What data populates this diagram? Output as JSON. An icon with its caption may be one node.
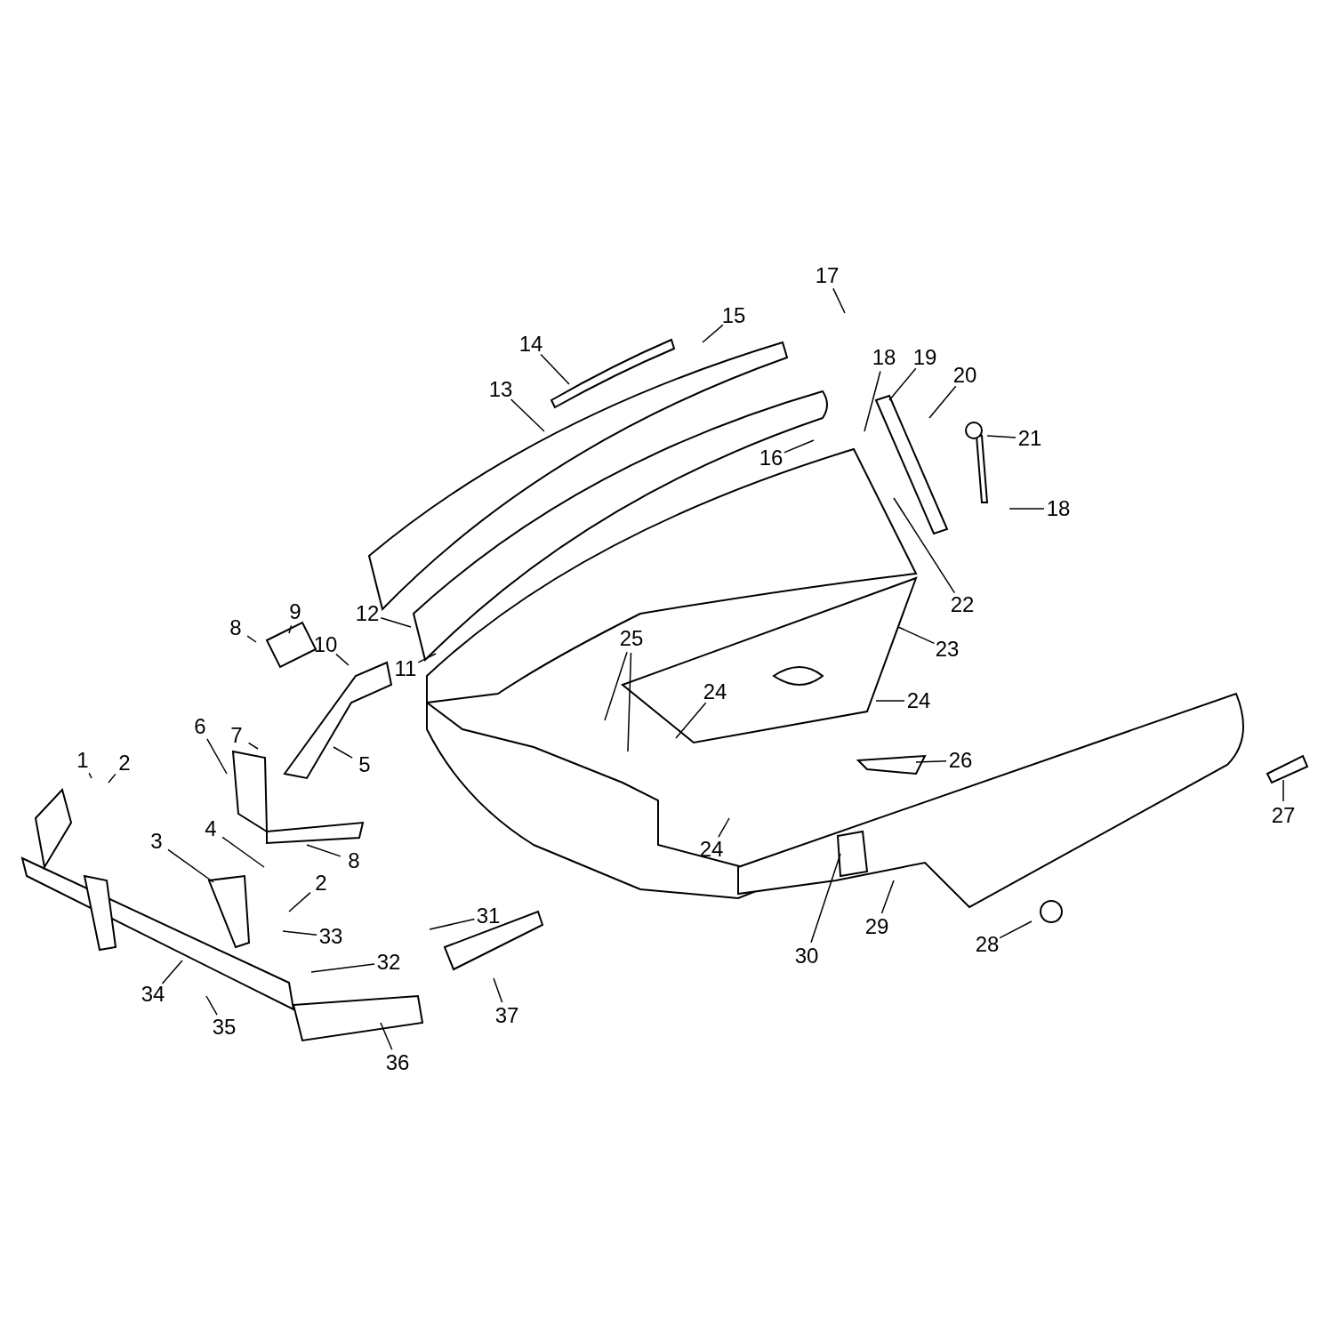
{
  "diagram": {
    "nodes": [
      {
        "text": [
          "17"
        ]
      },
      {
        "text": [
          "15"
        ]
      },
      {
        "text": [
          "14"
        ]
      },
      {
        "text": [
          "18"
        ]
      },
      {
        "text": [
          "19"
        ]
      },
      {
        "text": [
          "13"
        ]
      },
      {
        "text": [
          "20"
        ]
      },
      {
        "text": [
          "21"
        ]
      },
      {
        "text": [
          "16"
        ]
      },
      {
        "text": [
          "18"
        ]
      },
      {
        "text": [
          "22"
        ]
      },
      {
        "text": [
          "12"
        ]
      },
      {
        "text": [
          "9"
        ]
      },
      {
        "text": [
          "8"
        ]
      },
      {
        "text": [
          "23"
        ]
      },
      {
        "text": [
          "25"
        ]
      },
      {
        "text": [
          "10"
        ]
      },
      {
        "text": [
          "11"
        ]
      },
      {
        "text": [
          "24"
        ]
      },
      {
        "text": [
          "24"
        ]
      },
      {
        "text": [
          "7"
        ]
      },
      {
        "text": [
          "6"
        ]
      },
      {
        "text": [
          "5"
        ]
      },
      {
        "text": [
          "1"
        ]
      },
      {
        "text": [
          "2"
        ]
      },
      {
        "text": [
          "26"
        ]
      },
      {
        "text": [
          "27"
        ]
      },
      {
        "text": [
          "3"
        ]
      },
      {
        "text": [
          "4"
        ]
      },
      {
        "text": [
          "8"
        ]
      },
      {
        "text": [
          "24"
        ]
      },
      {
        "text": [
          "2"
        ]
      },
      {
        "text": [
          "31"
        ]
      },
      {
        "text": [
          "33"
        ]
      },
      {
        "text": [
          "30"
        ]
      },
      {
        "text": [
          "29"
        ]
      },
      {
        "text": [
          "28"
        ]
      },
      {
        "text": [
          "32"
        ]
      },
      {
        "text": [
          "34"
        ]
      },
      {
        "text": [
          "37"
        ]
      },
      {
        "text": [
          "35"
        ]
      },
      {
        "text": [
          "36"
        ]
      }
    ],
    "edges": [
      {
        "from": 0,
        "to": null,
        "arrow": "none"
      },
      {
        "from": 1,
        "to": null,
        "arrow": "none"
      },
      {
        "from": 2,
        "to": null,
        "arrow": "none"
      },
      {
        "from": 3,
        "to": null,
        "arrow": "none"
      },
      {
        "from": 4,
        "to": null,
        "arrow": "none"
      },
      {
        "from": 5,
        "to": null,
        "arrow": "none"
      },
      {
        "from": 6,
        "to": null,
        "arrow": "none"
      },
      {
        "from": 7,
        "to": null,
        "arrow": "none"
      },
      {
        "from": 8,
        "to": null,
        "arrow": "none"
      },
      {
        "from": 9,
        "to": null,
        "arrow": "none"
      },
      {
        "from": 10,
        "to": null,
        "arrow": "none"
      },
      {
        "from": 11,
        "to": null,
        "arrow": "none"
      },
      {
        "from": 12,
        "to": null,
        "arrow": "none"
      },
      {
        "from": 13,
        "to": null,
        "arrow": "none"
      },
      {
        "from": 14,
        "to": null,
        "arrow": "none"
      },
      {
        "from": 15,
        "to": null,
        "arrow": "none"
      },
      {
        "from": 15,
        "to": null,
        "arrow": "none"
      },
      {
        "from": 16,
        "to": null,
        "arrow": "none"
      },
      {
        "from": 17,
        "to": null,
        "arrow": "none"
      },
      {
        "from": 18,
        "to": null,
        "arrow": "none"
      },
      {
        "from": 19,
        "to": null,
        "arrow": "none"
      },
      {
        "from": 20,
        "to": null,
        "arrow": "none"
      },
      {
        "from": 21,
        "to": null,
        "arrow": "none"
      },
      {
        "from": 22,
        "to": null,
        "arrow": "none"
      },
      {
        "from": 23,
        "to": null,
        "arrow": "none"
      },
      {
        "from": 24,
        "to": null,
        "arrow": "none"
      },
      {
        "from": 25,
        "to": null,
        "arrow": "none"
      },
      {
        "from": 26,
        "to": null,
        "arrow": "none"
      },
      {
        "from": 27,
        "to": null,
        "arrow": "none"
      },
      {
        "from": 28,
        "to": null,
        "arrow": "none"
      },
      {
        "from": 29,
        "to": null,
        "arrow": "none"
      },
      {
        "from": 30,
        "to": null,
        "arrow": "none"
      },
      {
        "from": 31,
        "to": null,
        "arrow": "none"
      },
      {
        "from": 32,
        "to": null,
        "arrow": "none"
      },
      {
        "from": 33,
        "to": null,
        "arrow": "none"
      },
      {
        "from": 34,
        "to": null,
        "arrow": "none"
      },
      {
        "from": 35,
        "to": null,
        "arrow": "none"
      },
      {
        "from": 36,
        "to": null,
        "arrow": "none"
      },
      {
        "from": 37,
        "to": null,
        "arrow": "none"
      },
      {
        "from": 38,
        "to": null,
        "arrow": "none"
      },
      {
        "from": 39,
        "to": null,
        "arrow": "none"
      },
      {
        "from": 40,
        "to": null,
        "arrow": "none"
      },
      {
        "from": 41,
        "to": null,
        "arrow": "none"
      }
    ]
  }
}
